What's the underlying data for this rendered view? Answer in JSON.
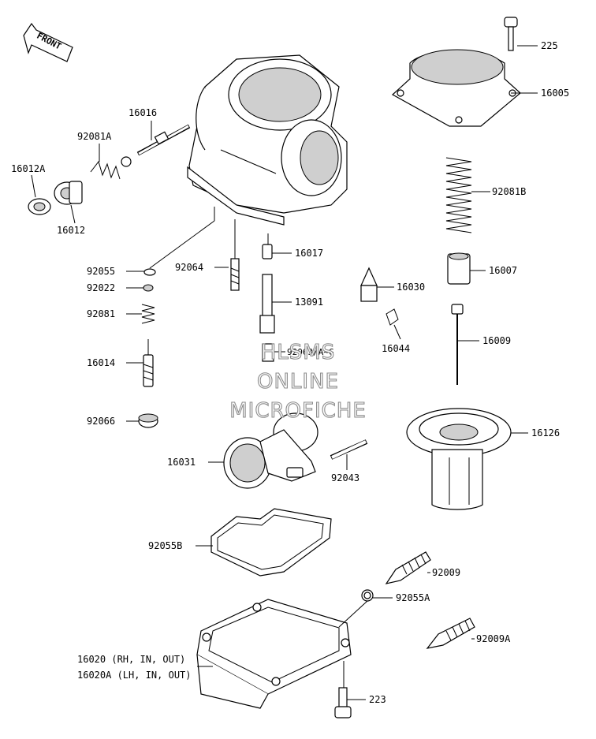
{
  "front_arrow": {
    "text": "FRONT"
  },
  "watermark": {
    "line1": "HLSMS",
    "line2": "ONLINE",
    "line3": "MICROFICHE"
  },
  "labels": {
    "p225": "225",
    "p16005": "16005",
    "p92081B": "92081B",
    "p16016": "16016",
    "p92081A": "92081A",
    "p16012A": "16012A",
    "p16012": "16012",
    "p92055": "92055",
    "p92064": "92064",
    "p16017": "16017",
    "p16030": "16030",
    "p16007": "16007",
    "p92022": "92022",
    "p13091": "13091",
    "p92081": "92081",
    "p16009": "16009",
    "p16044": "16044",
    "p16014": "16014",
    "p92063": "92063/A~G",
    "p92066": "92066",
    "p16126": "16126",
    "p16031": "16031",
    "p92043": "92043",
    "p92055B": "92055B",
    "p92009": "92009",
    "p92055A": "92055A",
    "p92009A": "92009A",
    "p16020": "16020 (RH, IN, OUT)",
    "p16020A": "16020A (LH, IN, OUT)",
    "p223": "223"
  }
}
